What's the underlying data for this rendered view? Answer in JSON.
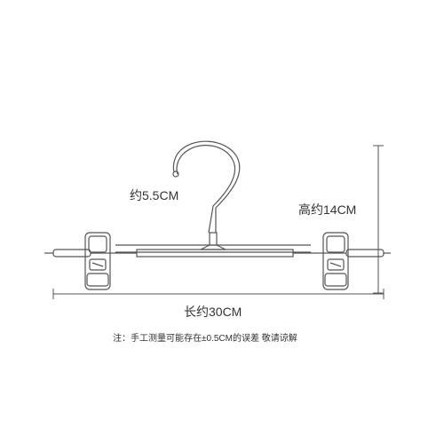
{
  "dimensions": {
    "hook_diameter": "约5.5CM",
    "height": "高约14CM",
    "width": "长约30CM"
  },
  "note": "注：手工测量可能存在±0.5CM的误差 敬请谅解",
  "colors": {
    "line": "#555555",
    "text": "#333333"
  }
}
